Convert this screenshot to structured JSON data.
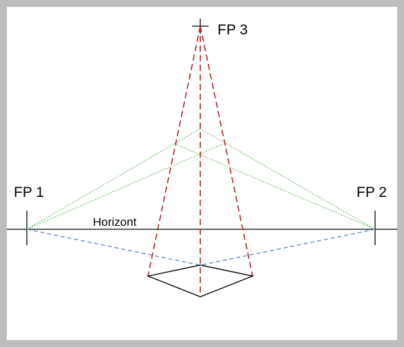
{
  "labels": {
    "fp1": "FP 1",
    "fp2": "FP 2",
    "fp3": "FP 3",
    "horizon": "Horizont"
  },
  "colors": {
    "frame": "#bdbdbd",
    "vertical_lines": "#b22222",
    "green_lines": "#5cb85c",
    "blue_lines": "#6b8fc7",
    "solid_lines": "#000000"
  }
}
